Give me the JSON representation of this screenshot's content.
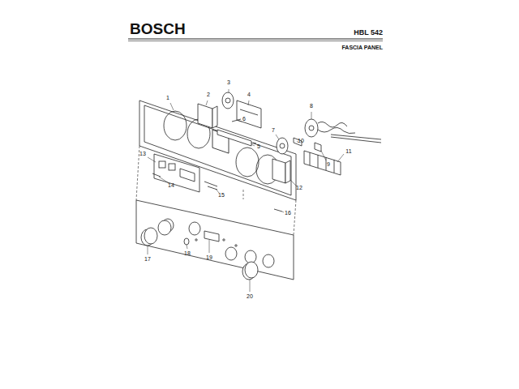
{
  "diagram": {
    "labels": [
      "BOSCH",
      "HBL 542",
      "FASCIA PANEL",
      "1",
      "2",
      "3",
      "4",
      "5",
      "6",
      "7",
      "8",
      "9",
      "10",
      "11",
      "12",
      "13",
      "14",
      "15",
      "16",
      "17",
      "18",
      "19",
      "20"
    ]
  }
}
